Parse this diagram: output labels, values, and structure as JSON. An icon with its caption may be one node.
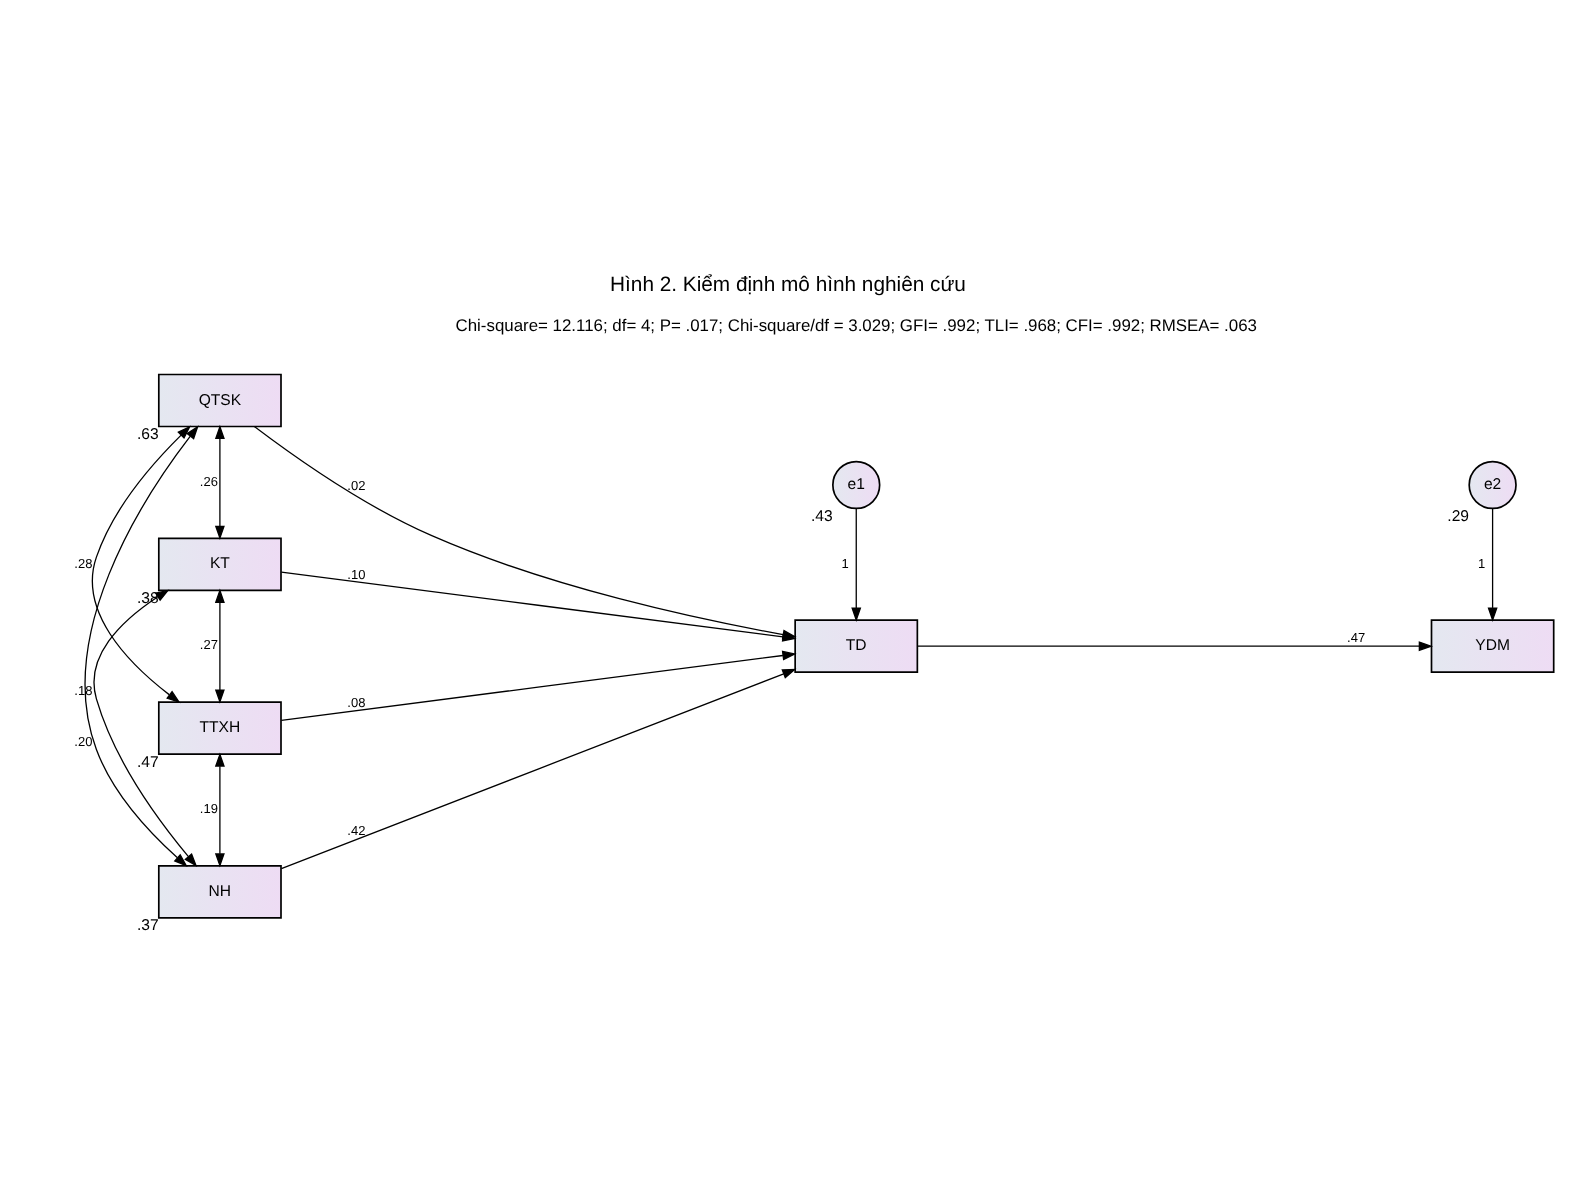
{
  "diagram": {
    "title": "Hình 2. Kiểm định mô hình nghiên cứu",
    "nodes": [
      {
        "text": [
          "QTSK"
        ],
        "beside": [
          ".63"
        ]
      },
      {
        "text": [
          "KT"
        ],
        "beside": [
          ".38"
        ]
      },
      {
        "text": [
          "TTXH"
        ],
        "beside": [
          ".47"
        ]
      },
      {
        "text": [
          "NH"
        ],
        "beside": [
          ".37"
        ]
      },
      {
        "text": [
          "e1"
        ],
        "beside": [
          ".43"
        ]
      },
      {
        "text": [
          "TD"
        ]
      },
      {
        "text": [
          "e2"
        ],
        "beside": [
          ".29"
        ]
      },
      {
        "text": [
          "YDM"
        ]
      }
    ],
    "edges": [
      {
        "from": 0,
        "to": 1,
        "arrow": "both",
        "label": ".26"
      },
      {
        "from": 0,
        "to": 2,
        "arrow": "both",
        "label": ".28"
      },
      {
        "from": 0,
        "to": 3,
        "arrow": "both",
        "label": ".20"
      },
      {
        "from": 1,
        "to": 2,
        "arrow": "both",
        "label": ".27"
      },
      {
        "from": 1,
        "to": 3,
        "arrow": "both",
        "label": ".18"
      },
      {
        "from": 2,
        "to": 3,
        "arrow": "both",
        "label": ".19"
      },
      {
        "from": 0,
        "to": 5,
        "arrow": "to",
        "label": ".02"
      },
      {
        "from": 1,
        "to": 5,
        "arrow": "to",
        "label": ".10"
      },
      {
        "from": 2,
        "to": 5,
        "arrow": "to",
        "label": ".08"
      },
      {
        "from": 3,
        "to": 5,
        "arrow": "to",
        "label": ".42"
      },
      {
        "from": 4,
        "to": 5,
        "arrow": "to",
        "label": "1"
      },
      {
        "from": 5,
        "to": 7,
        "arrow": "to",
        "label": ".47"
      },
      {
        "from": 6,
        "to": 7,
        "arrow": "to",
        "label": "1"
      }
    ],
    "labels": [
      "Chi-square= 12.116; df= 4; P= .017; Chi-square/df = 3.029; GFI= .992; TLI= .968; CFI= .992; RMSEA= .063"
    ]
  }
}
